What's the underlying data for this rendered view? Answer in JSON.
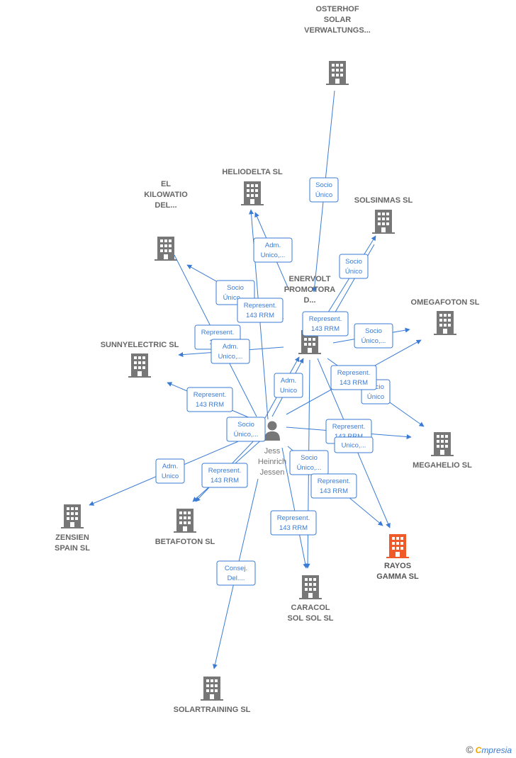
{
  "colors": {
    "edge": "#3a7bd5",
    "building": "#777777",
    "building_highlight": "#f05a28",
    "person": "#777777"
  },
  "nodes": [
    {
      "id": "osterhof",
      "lines": [
        "OSTERHOF",
        "SOLAR",
        "VERWALTUNGS..."
      ],
      "icon": "building-icon"
    },
    {
      "id": "heliodelta",
      "lines": [
        "HELIODELTA SL"
      ],
      "icon": "building-icon"
    },
    {
      "id": "solsinmas",
      "lines": [
        "SOLSINMAS SL"
      ],
      "icon": "building-icon"
    },
    {
      "id": "kilowatio",
      "lines": [
        "EL",
        "KILOWATIO",
        "DEL..."
      ],
      "icon": "building-icon"
    },
    {
      "id": "enervolt",
      "lines": [
        "ENERVOLT",
        "PROMOTORA",
        "D..."
      ],
      "icon": "building-icon"
    },
    {
      "id": "omegafoton",
      "lines": [
        "OMEGAFOTON SL"
      ],
      "icon": "building-icon"
    },
    {
      "id": "sunnyelectric",
      "lines": [
        "SUNNYELECTRIC SL"
      ],
      "icon": "building-icon"
    },
    {
      "id": "megahelio",
      "lines": [
        "MEGAHELIO SL"
      ],
      "icon": "building-icon"
    },
    {
      "id": "jess",
      "lines": [
        "Jess",
        "Heinrich",
        "Jessen"
      ],
      "icon": "person-icon"
    },
    {
      "id": "zensien",
      "lines": [
        "ZENSIEN",
        "SPAIN SL"
      ],
      "icon": "building-icon"
    },
    {
      "id": "betafoton",
      "lines": [
        "BETAFOTON SL"
      ],
      "icon": "building-icon"
    },
    {
      "id": "rayos",
      "lines": [
        "RAYOS",
        "GAMMA SL"
      ],
      "icon": "building-icon",
      "highlight": true
    },
    {
      "id": "caracol",
      "lines": [
        "CARACOL",
        "SOL SOL SL"
      ],
      "icon": "building-icon"
    },
    {
      "id": "solartraining",
      "lines": [
        "SOLARTRAINING SL"
      ],
      "icon": "building-icon"
    }
  ],
  "edge_labels": [
    [
      "Socio",
      "Único"
    ],
    [
      "Adm.",
      "Unico,..."
    ],
    [
      "Socio",
      "Único"
    ],
    [
      "Socio",
      "Único,..."
    ],
    [
      "Represent.",
      "143 RRM"
    ],
    [
      "Represent.",
      "143 RRM"
    ],
    [
      "Represent.",
      "143..."
    ],
    [
      "Adm.",
      "Unico,..."
    ],
    [
      "Socio",
      "Único,..."
    ],
    [
      "Represent.",
      "143 RRM"
    ],
    [
      "Socio",
      "Único"
    ],
    [
      "Represent.",
      "143 RRM"
    ],
    [
      "Adm.",
      "Unico"
    ],
    [
      "Socio",
      "Único,..."
    ],
    [
      "Represent.",
      "143 RRM"
    ],
    [
      "Unico,..."
    ],
    [
      "Adm.",
      "Unico"
    ],
    [
      "Represent.",
      "143 RRM"
    ],
    [
      "Socio",
      "Único,..."
    ],
    [
      "Represent.",
      "143 RRM"
    ],
    [
      "Represent.",
      "143 RRM"
    ],
    [
      "Consej.",
      "Del...."
    ]
  ],
  "footer": {
    "copyright": "©",
    "brand_first": "C",
    "brand_rest": "mpresia"
  }
}
